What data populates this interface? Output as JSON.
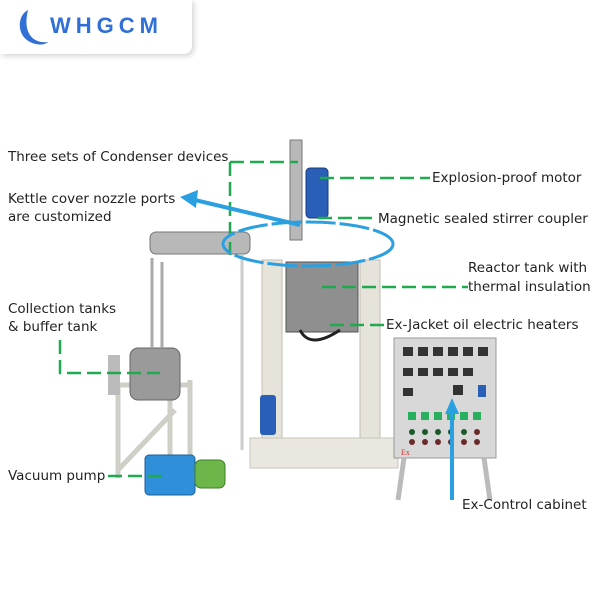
{
  "brand": {
    "name": "WHGCM",
    "accent_color": "#2f6fd6"
  },
  "colors": {
    "leader_line": "#1faa50",
    "arrow": "#2aa0e0"
  },
  "labels": {
    "condenser": "Three sets of Condenser devices",
    "kettle_line1": "Kettle cover nozzle ports",
    "kettle_line2": "are customized",
    "collection_line1": "Collection tanks",
    "collection_line2": "& buffer tank",
    "vacuum_pump": "Vacuum pump",
    "motor": "Explosion-proof motor",
    "magnetic": "Magnetic sealed stirrer coupler",
    "reactor_line1": "Reactor tank with",
    "reactor_line2": "thermal insulation",
    "heaters": "Ex-Jacket oil electric heaters",
    "control_cabinet": "Ex-Control cabinet",
    "cabinet_mark": "Ex"
  }
}
